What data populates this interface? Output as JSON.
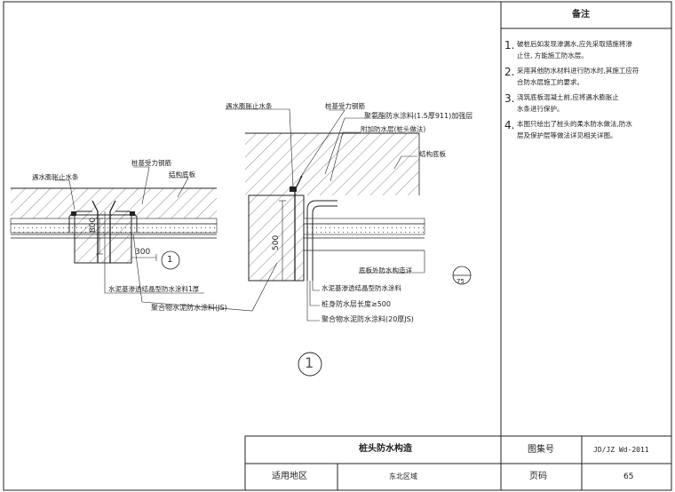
{
  "notes": {
    "heading": "备注",
    "items": [
      {
        "num": "1.",
        "line1": "破桩后如发现渗漏水,应先采取措施将渗",
        "line2": "止住, 方能施工防水层。"
      },
      {
        "num": "2.",
        "line1": "采用其他防水材料进行防水时,其施工应符",
        "line2": "合防水层施工的要求。"
      },
      {
        "num": "3.",
        "line1": "浇筑底板混凝土前,应将遇水膨胀止",
        "line2": "水条进行保护。"
      },
      {
        "num": "4.",
        "line1": "本图只绘出了桩头的柔水防水做法,防水",
        "line2": "层及保护层等做法详见相关详图。"
      }
    ]
  },
  "left_detail": {
    "label_waterstop": "遇水膨胀止水条",
    "label_rebar": "桩基受力钢筋",
    "label_slab": "结构底板",
    "dim_pile": "800",
    "dim_width": "300",
    "marker": "1",
    "label_cement_coating": "水泥基渗透结晶型防水涂料1厚",
    "label_js": "聚合物水泥防水涂料(JS)"
  },
  "right_detail": {
    "label_waterstop": "遇水膨胀止水条",
    "label_rebar": "桩基受力钢筋",
    "label_polyurea": "聚氨酯防水涂料(1.5厚911)加强层",
    "label_extra": "附加防水层(桩头做法)",
    "label_slab": "结构底板",
    "dim_pile": "500",
    "label_outer": "底板外防水构造详",
    "marker_top": "",
    "marker_bottom": "75",
    "label_cement": "水泥基渗透结晶型防水涂料",
    "label_length": "桩身防水层长度≥500",
    "label_js20": "聚合物水泥防水涂料(20厚JS)"
  },
  "big_marker": "1",
  "title_block": {
    "title": "桩头防水构造",
    "atlas_label": "图集号",
    "atlas_value": "JD/JZ Wd-2011",
    "region_label": "适用地区",
    "region_value": "东北区域",
    "page_label": "页码",
    "page_value": "65"
  }
}
